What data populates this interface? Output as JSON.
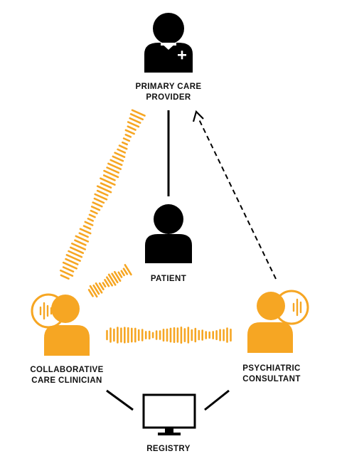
{
  "colors": {
    "accent": "#F6A623",
    "ink": "#000000",
    "background": "#FFFFFF"
  },
  "nodes": {
    "primary_care_provider": {
      "line1": "PRIMARY CARE",
      "line2": "PROVIDER",
      "icon": "doctor-person-plus-icon"
    },
    "patient": {
      "line1": "PATIENT",
      "icon": "person-icon"
    },
    "collaborative_care_clinician": {
      "line1": "COLLABORATIVE",
      "line2": "CARE CLINICIAN",
      "icon": "person-speaking-icon"
    },
    "psychiatric_consultant": {
      "line1": "PSYCHIATRIC",
      "line2": "CONSULTANT",
      "icon": "person-speaking-icon"
    },
    "registry": {
      "line1": "REGISTRY",
      "icon": "monitor-icon"
    }
  },
  "connections": [
    {
      "from": "primary_care_provider",
      "to": "patient",
      "style": "solid-line"
    },
    {
      "from": "psychiatric_consultant",
      "to": "primary_care_provider",
      "style": "dashed-arrow"
    },
    {
      "from": "collaborative_care_clinician",
      "to": "primary_care_provider",
      "style": "sound-wave"
    },
    {
      "from": "collaborative_care_clinician",
      "to": "patient",
      "style": "sound-wave"
    },
    {
      "from": "collaborative_care_clinician",
      "to": "psychiatric_consultant",
      "style": "sound-wave"
    },
    {
      "from": "collaborative_care_clinician",
      "to": "registry",
      "style": "solid-line"
    },
    {
      "from": "psychiatric_consultant",
      "to": "registry",
      "style": "solid-line"
    }
  ]
}
